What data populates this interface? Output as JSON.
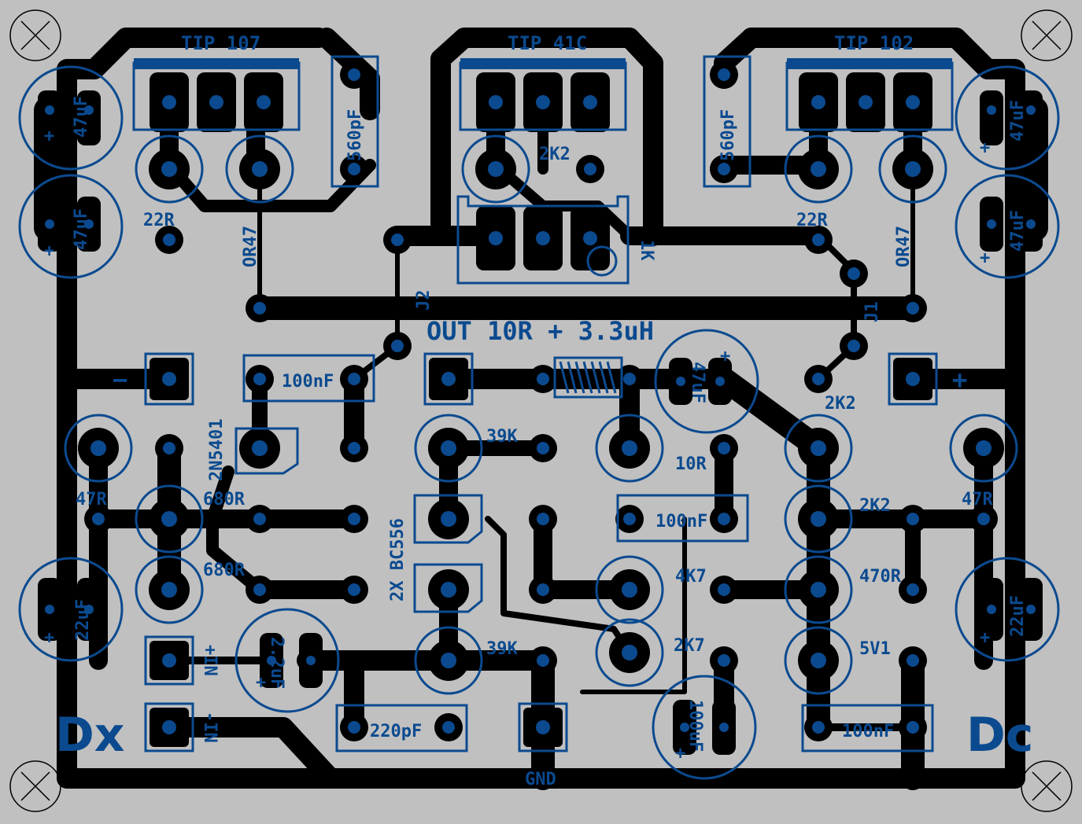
{
  "board": {
    "background": "#c0c0c0",
    "copper": "#000000",
    "silkscreen": "#0b4a8f"
  },
  "labels": {
    "tip107": "TIP 107",
    "tip41c": "TIP 41C",
    "tip102": "TIP 102",
    "c560_left": "560pF",
    "c560_right": "560pF",
    "r22_left": "22R",
    "r22_right": "22R",
    "or47_left": "OR47",
    "or47_right": "OR47",
    "r2k2_top": "2K2",
    "pot1k": "1K",
    "j1": "J1",
    "j2": "J2",
    "out": "OUT 10R + 3.3uH",
    "c47uF_tl1": "47uF",
    "c47uF_tl2": "47uF",
    "c47uF_tr1": "47uF",
    "c47uF_tr2": "47uF",
    "c47uF_mid": "47uF",
    "minus_sign": "−",
    "plus_sign": "+",
    "c100nF_top": "100nF",
    "c100nF_mid": "100nF",
    "c100nF_bottom": "100nF",
    "q2n5401": "2N5401",
    "r39k_top": "39K",
    "r39k_bottom": "39K",
    "r10r": "10R",
    "r2k2_right1": "2K2",
    "r2k2_right2": "2K2",
    "r47r_left": "47R",
    "r47r_right": "47R",
    "r680r_1": "680R",
    "r680r_2": "680R",
    "bc556": "2X BC556",
    "r4k7": "4K7",
    "r470r": "470R",
    "r2k7": "2K7",
    "z5v1": "5V1",
    "c22uF_left": "22uF",
    "c22uF_right": "22uF",
    "c2_2uF": "2.2uF",
    "c100uF": "100uF",
    "c220pF": "220pF",
    "in_plus": "+IN",
    "in_minus": "-IN",
    "gnd": "GND",
    "dx": "Dx",
    "dc": "Dc",
    "cap_plus": "+"
  }
}
